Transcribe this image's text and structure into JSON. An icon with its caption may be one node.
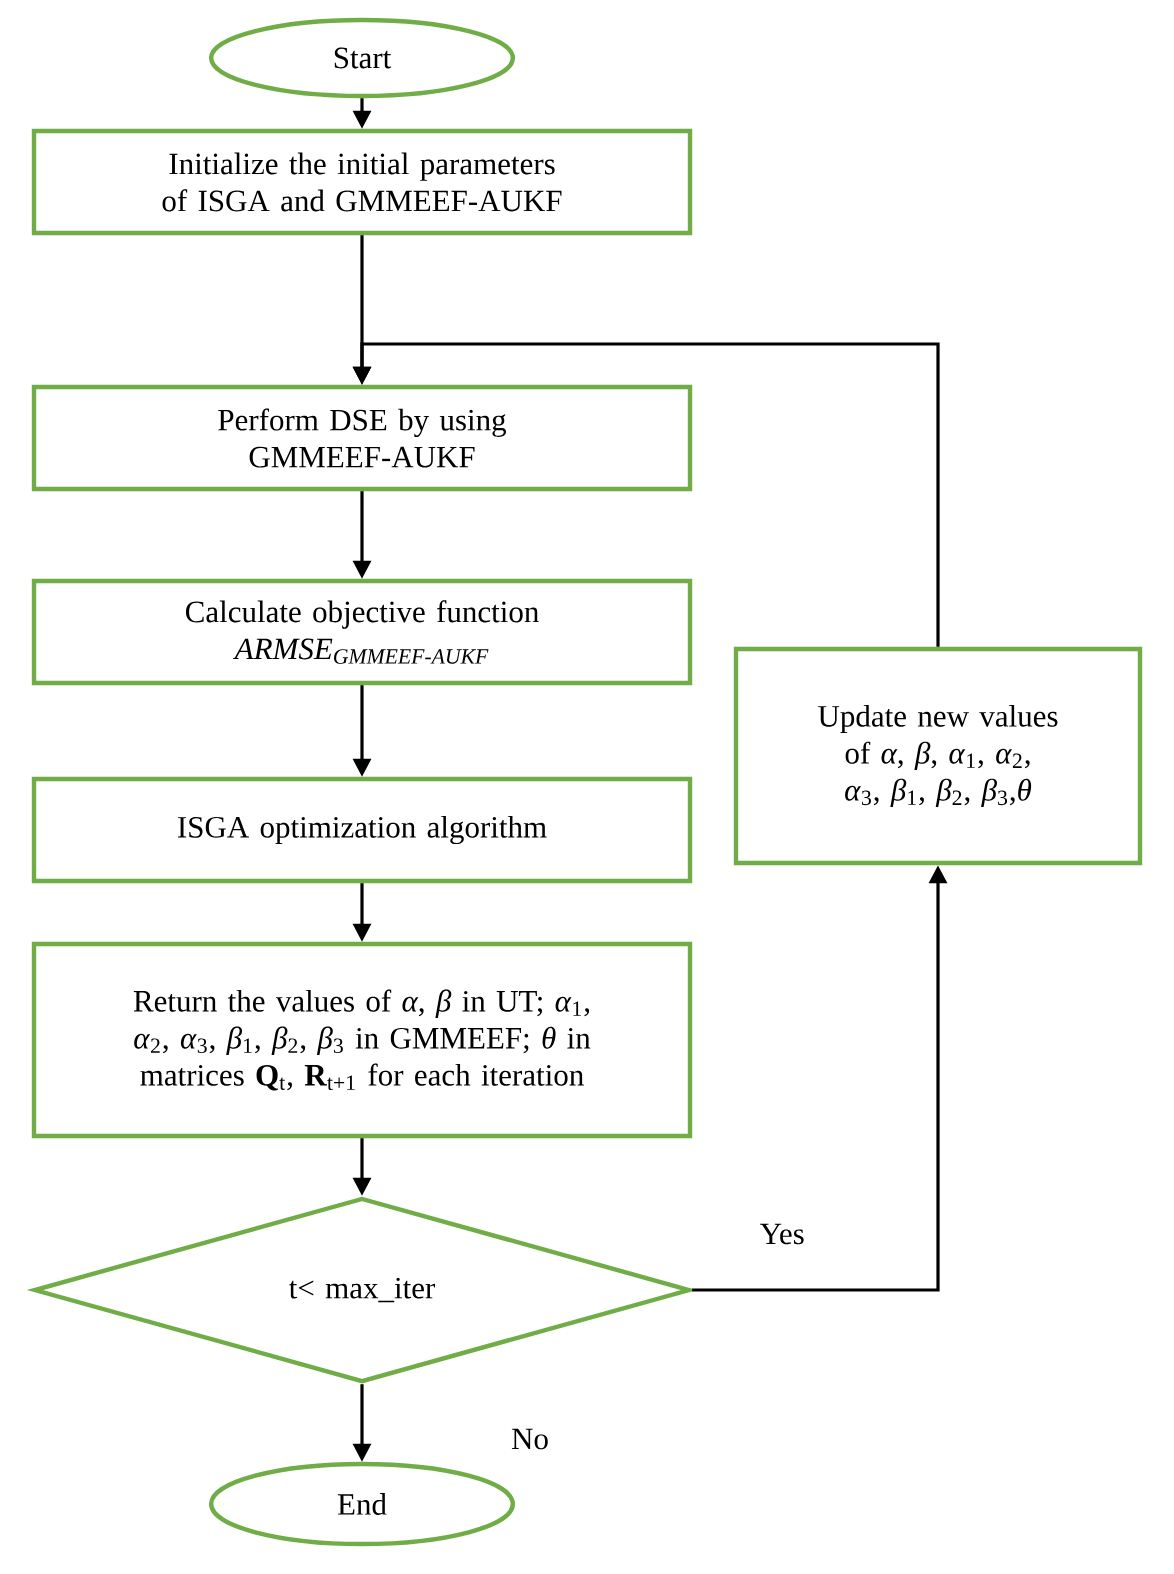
{
  "diagram": {
    "nodes": [
      {
        "text": [
          "Start"
        ]
      },
      {
        "text": [
          "Initialize the initial parameters of ISGA and GMMEEF-AUKF"
        ]
      },
      {
        "text": [
          "Perform DSE by using GMMEEF-AUKF"
        ]
      },
      {
        "text": [
          "Calculate objective function",
          "\\mathit{ARMSE}_{\\mathit{GMMEEF}\\text{-}\\mathit{AUKF}}"
        ]
      },
      {
        "text": [
          "ISGA optimization algorithm"
        ]
      },
      {
        "text": [
          "Return the values of *α*, *β* in UT; *α*$_{1}$, *α*$_{2}$, *α*$_{3}$, *β*$_{1}$, *β*$_{2}$, *β*$_{3}$ in GMMEEF; *θ* in matrices **Q**$_{t}$, **R**$_{t+1}$ for each iteration"
        ]
      },
      {
        "text": [
          "t< max_iter"
        ]
      },
      {
        "text": [
          "End"
        ]
      },
      {
        "text": [
          "Update new values of *α*, *β*, *α*$_{1}$, *α*$_{2}$, *α*$_{3}$, *β*$_{1}$, *β*$_{2}$, *β*$_{3}$,*θ*"
        ]
      }
    ],
    "edges": [
      {
        "from": 0,
        "to": 1,
        "arrow": "to"
      },
      {
        "from": 1,
        "to": 2,
        "arrow": "to"
      },
      {
        "from": 2,
        "to": 3,
        "arrow": "to"
      },
      {
        "from": 3,
        "to": 4,
        "arrow": "to"
      },
      {
        "from": 4,
        "to": 5,
        "arrow": "to"
      },
      {
        "from": 5,
        "to": 6,
        "arrow": "to"
      },
      {
        "from": 6,
        "to": 7,
        "arrow": "to",
        "label": "No"
      },
      {
        "from": 6,
        "to": 8,
        "arrow": "to",
        "label": "Yes"
      },
      {
        "from": 8,
        "to": 2,
        "arrow": "to"
      }
    ]
  }
}
